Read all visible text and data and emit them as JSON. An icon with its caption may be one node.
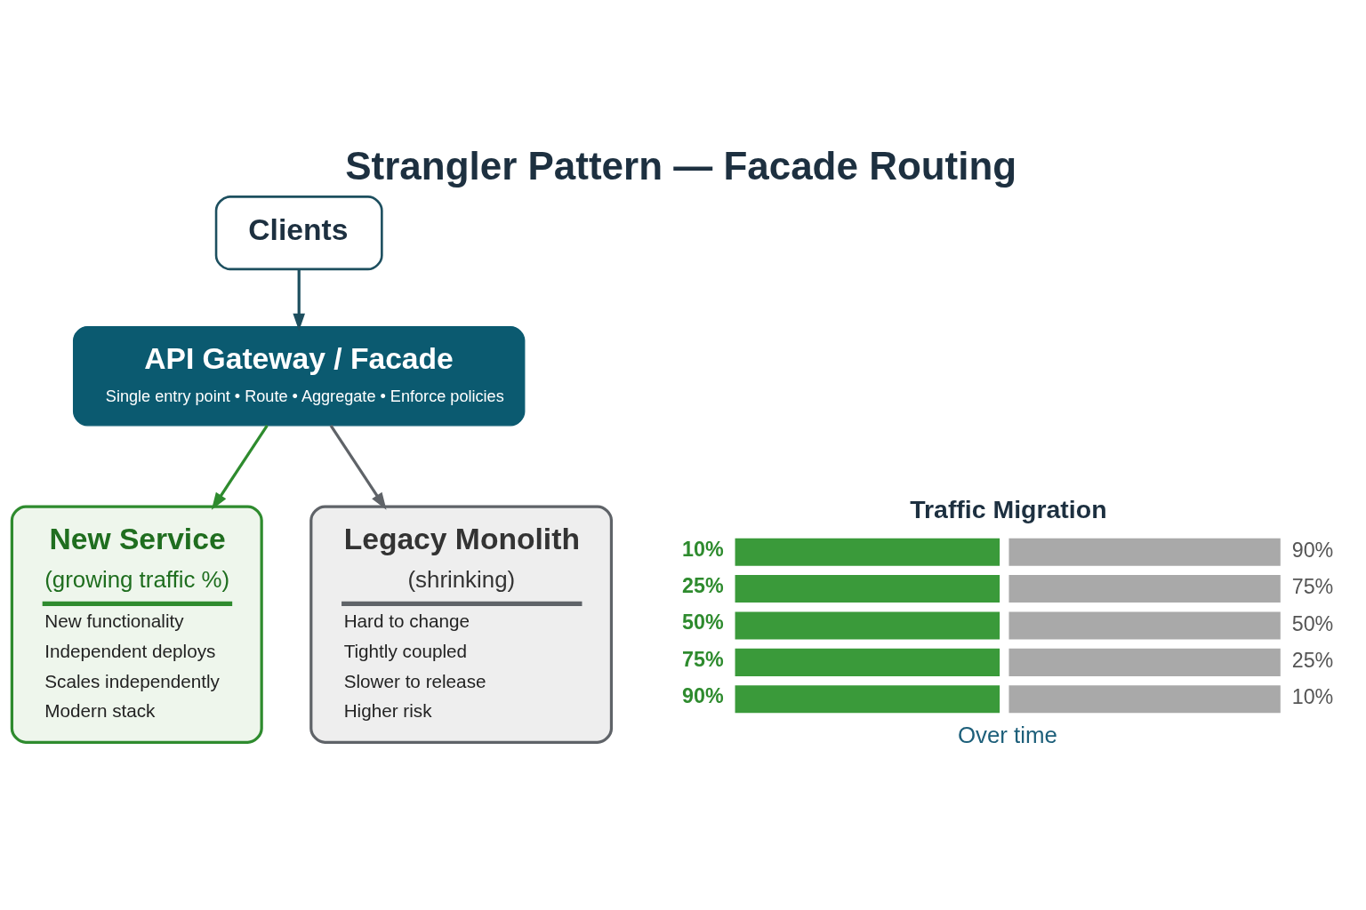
{
  "diagram": {
    "title": "Strangler Pattern — Facade Routing",
    "nodes": [
      {
        "text": [
          "Clients"
        ]
      },
      {
        "text": [
          "API Gateway / Facade",
          "Single entry point • Route • Aggregate • Enforce policies"
        ]
      },
      {
        "text": [
          "New Service",
          "(growing traffic %)",
          "New functionality",
          "Independent deploys",
          "Scales independently",
          "Modern stack"
        ]
      },
      {
        "text": [
          "Legacy Monolith",
          "(shrinking)",
          "Hard to change",
          "Tightly coupled",
          "Slower to release",
          "Higher risk"
        ]
      }
    ],
    "edges": [
      {
        "from": 0,
        "to": 1,
        "arrow": "to",
        "color": "#1d4f5f"
      },
      {
        "from": 1,
        "to": 2,
        "arrow": "to",
        "color": "#2e8b2e"
      },
      {
        "from": 1,
        "to": 3,
        "arrow": "to",
        "color": "#5f6368"
      }
    ],
    "labels": [
      "Traffic Migration",
      "10%",
      "90%",
      "25%",
      "75%",
      "50%",
      "50%",
      "75%",
      "25%",
      "90%",
      "10%",
      "Over time"
    ]
  }
}
